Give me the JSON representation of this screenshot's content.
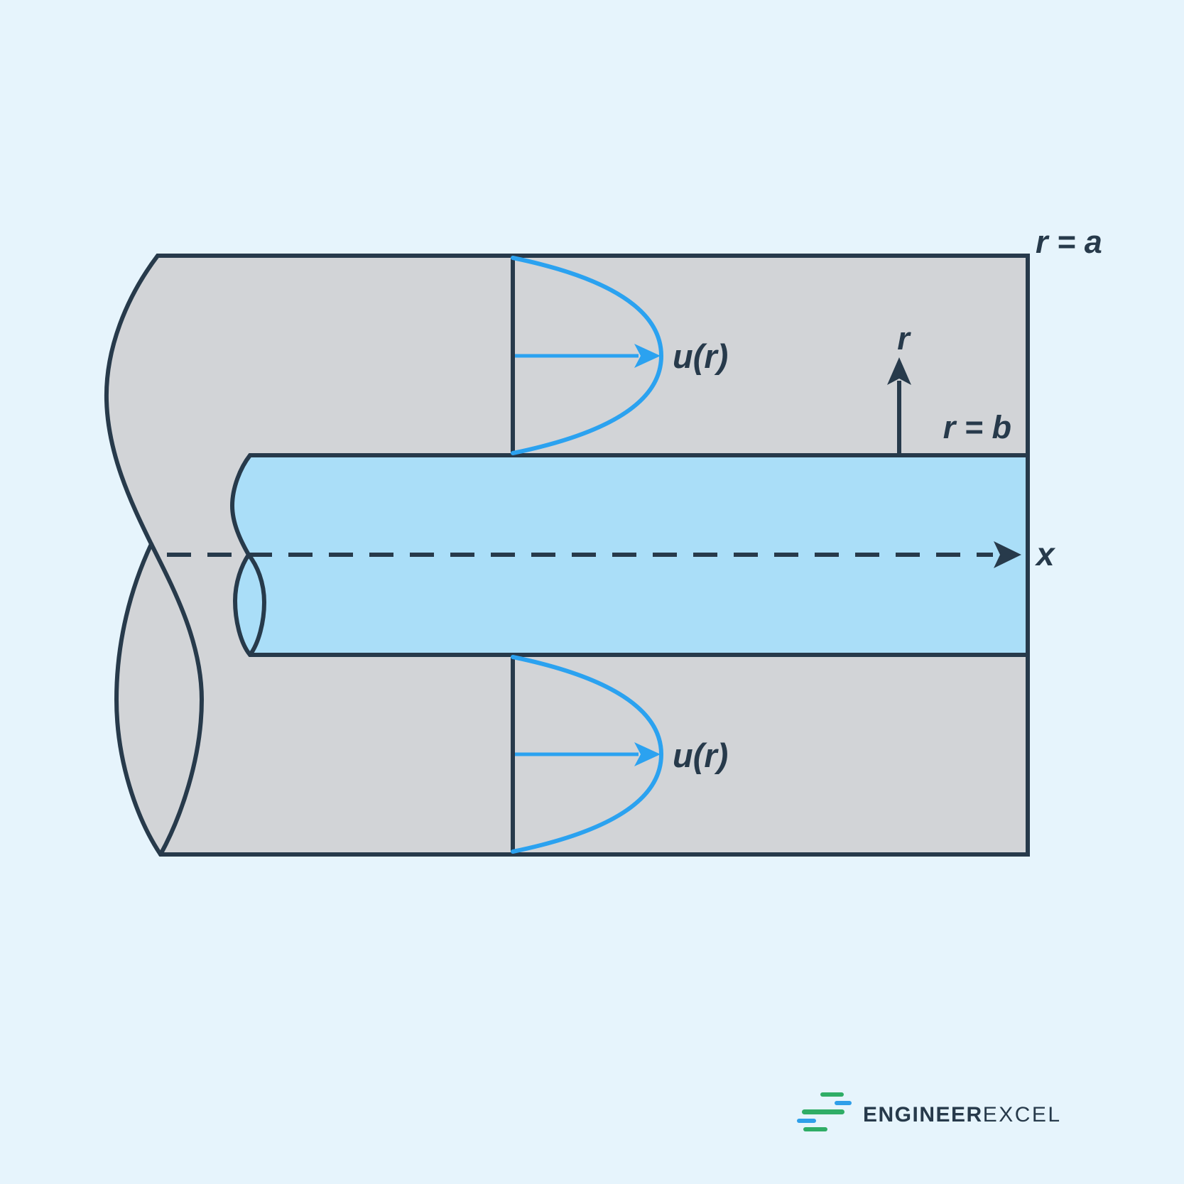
{
  "figure": {
    "title_hint": "annular-pipe-flow-diagram",
    "labels": {
      "outer_radius": "r = a",
      "inner_radius": "r = b",
      "radial_axis": "r",
      "axial_axis": "x",
      "velocity_profile_top": "u(r)",
      "velocity_profile_bottom": "u(r)"
    },
    "colors": {
      "background": "#e6f4fc",
      "pipe_wall": "#d2d4d7",
      "fluid": "#aadef8",
      "outline": "#273a4b",
      "velocity_blue": "#2ba2f0",
      "logo_green": "#2fad66",
      "logo_blue": "#2f9fe9"
    }
  },
  "logo": {
    "engineer": "ENGINEER",
    "excel": "EXCEL"
  }
}
